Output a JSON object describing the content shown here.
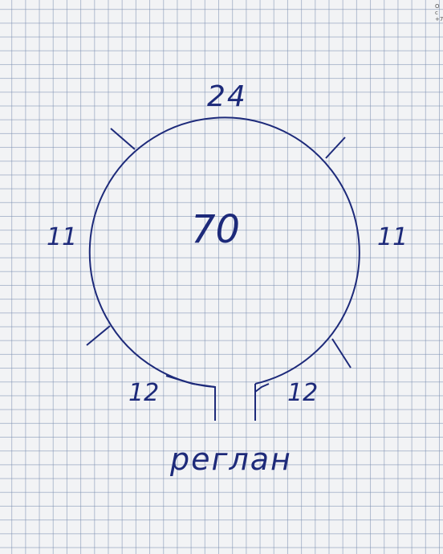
{
  "diagram": {
    "total_label": "70",
    "top_label": "24",
    "left_label": "11",
    "right_label": "11",
    "bottom_left_label": "12",
    "bottom_right_label": "12",
    "caption": "реглан"
  },
  "corner_fragment": [
    "О",
    "с",
    "+7"
  ],
  "colors": {
    "ink": "#1d2a7a",
    "paper": "#f2f3f5",
    "grid": "#788caf"
  }
}
